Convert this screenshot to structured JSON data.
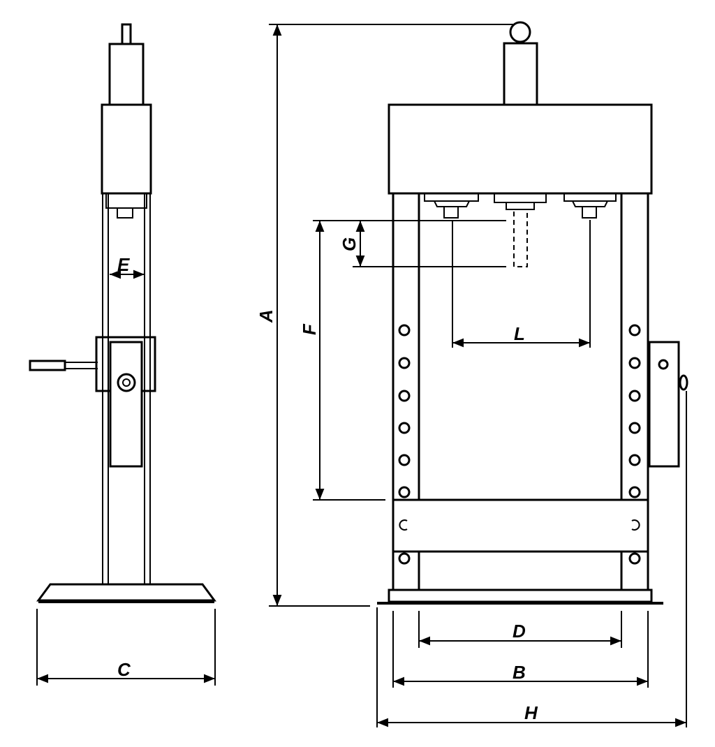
{
  "title": "Hydraulic press dimension drawing",
  "colors": {
    "line": "#000000",
    "background": "#ffffff"
  },
  "dimensions": {
    "A": "A",
    "B": "B",
    "C": "C",
    "D": "D",
    "E": "E",
    "F": "F",
    "G": "G",
    "H": "H",
    "L": "L"
  }
}
